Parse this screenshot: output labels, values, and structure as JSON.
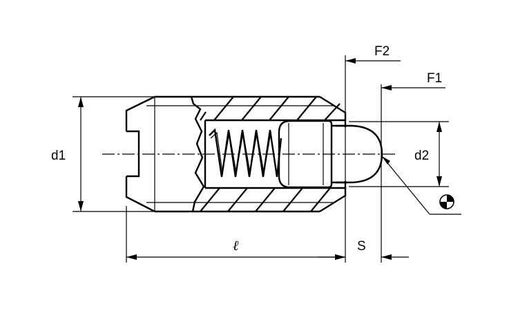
{
  "diagram": {
    "labels": {
      "d1": "d1",
      "d2": "d2",
      "F1": "F1",
      "F2": "F2",
      "length": "ℓ",
      "stroke": "S"
    },
    "icons": {
      "center_of_gravity": "center-of-gravity-icon"
    }
  }
}
